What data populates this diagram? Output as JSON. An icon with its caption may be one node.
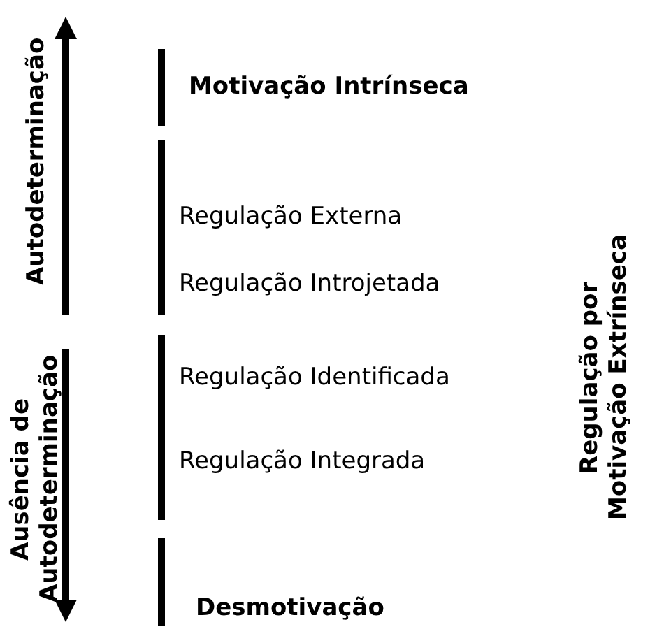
{
  "diagram": {
    "labels": [
      "Autodeterminação",
      "Motivação Intrínseca",
      "Regulação Externa",
      "Regulação Introjetada",
      "Ausência de Autodeterminação",
      "Regulação Identificada",
      "Regulação Integrada",
      "Regulação por Motivação Extrínseca",
      "Desmotivação"
    ]
  }
}
